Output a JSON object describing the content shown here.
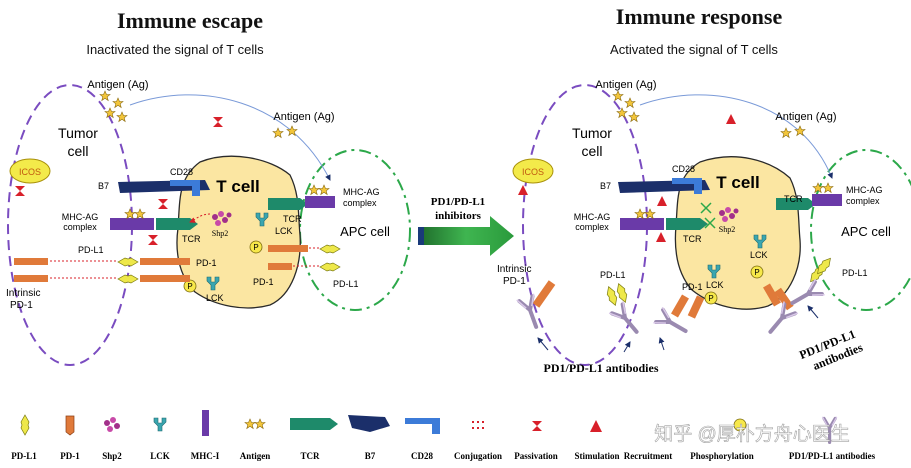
{
  "left": {
    "title": "Immune escape",
    "subtitle": "Inactivated the signal of T cells",
    "antigen1": "Antigen (Ag)",
    "antigen2": "Antigen (Ag)",
    "tumor_label_line1": "Tumor",
    "tumor_label_line2": "cell",
    "icos": "ICOS",
    "b7": "B7",
    "cd28": "CD28",
    "t_cell": "T cell",
    "tcr_inner": "TCR",
    "tcr_right": "TCR",
    "mhc_ag_left_line1": "MHC-AG",
    "mhc_ag_left_line2": "complex",
    "mhc_ag_right_line1": "MHC-AG",
    "mhc_ag_right_line2": "complex",
    "shp2": "Shp2",
    "lck1": "LCK",
    "lck2": "LCK",
    "pdl1_top": "PD-L1",
    "pd1_a": "PD-1",
    "pd1_b": "PD-1",
    "apc": "APC cell",
    "pdl1_right": "PD-L1",
    "intrinsic_line1": "Intrinsic",
    "intrinsic_line2": "PD-1",
    "p1": "P",
    "p2": "P"
  },
  "middle": {
    "arrow_line1": "PD1/PD-L1",
    "arrow_line2": "inhibitors"
  },
  "right": {
    "title": "Immune response",
    "subtitle": "Activated the signal of T cells",
    "antigen1": "Antigen (Ag)",
    "antigen2": "Antigen (Ag)",
    "tumor_label_line1": "Tumor",
    "tumor_label_line2": "cell",
    "icos": "ICOS",
    "b7": "B7",
    "cd28": "CD28",
    "t_cell": "T cell",
    "tcr_inner": "TCR",
    "tcr_right": "TCR",
    "mhc_ag_left_line1": "MHC-AG",
    "mhc_ag_left_line2": "complex",
    "mhc_ag_right_line1": "MHC-AG",
    "mhc_ag_right_line2": "complex",
    "shp2": "Shp2",
    "lck1": "LCK",
    "lck2": "LCK",
    "pdl1_left": "PD-L1",
    "pd1": "PD-1",
    "apc": "APC cell",
    "pdl1_right": "PD-L1",
    "intrinsic_line1": "Intrinsic",
    "intrinsic_line2": "PD-1",
    "antibodies_bottom": "PD1/PD-L1 antibodies",
    "antibodies_side_line1": "PD1/PD-L1",
    "antibodies_side_line2": "antibodies",
    "p1": "P",
    "p2": "P"
  },
  "legend": {
    "items": [
      "PD-L1",
      "PD-1",
      "Shp2",
      "LCK",
      "MHC-I",
      "Antigen",
      "TCR",
      "B7",
      "CD28",
      "Conjugation",
      "Passivation",
      "Stimulation",
      "Recruitment",
      "Phosphorylation",
      "PD1/PD-L1 antibodies"
    ]
  },
  "watermark": "知乎 @厚朴方舟心医生",
  "colors": {
    "tumor_border": "#7a4cc0",
    "apc_border": "#2ca84a",
    "t_cell_fill": "#fbe6a2",
    "pd1": "#e07a3a",
    "pdl1": "#e8e84a",
    "mhc": "#6a3aa8",
    "tcr": "#1e8a6a",
    "b7": "#1b2f6a",
    "cd28": "#3c7bd8",
    "passivation": "#d8202a",
    "arrow": "#2aa04a"
  }
}
